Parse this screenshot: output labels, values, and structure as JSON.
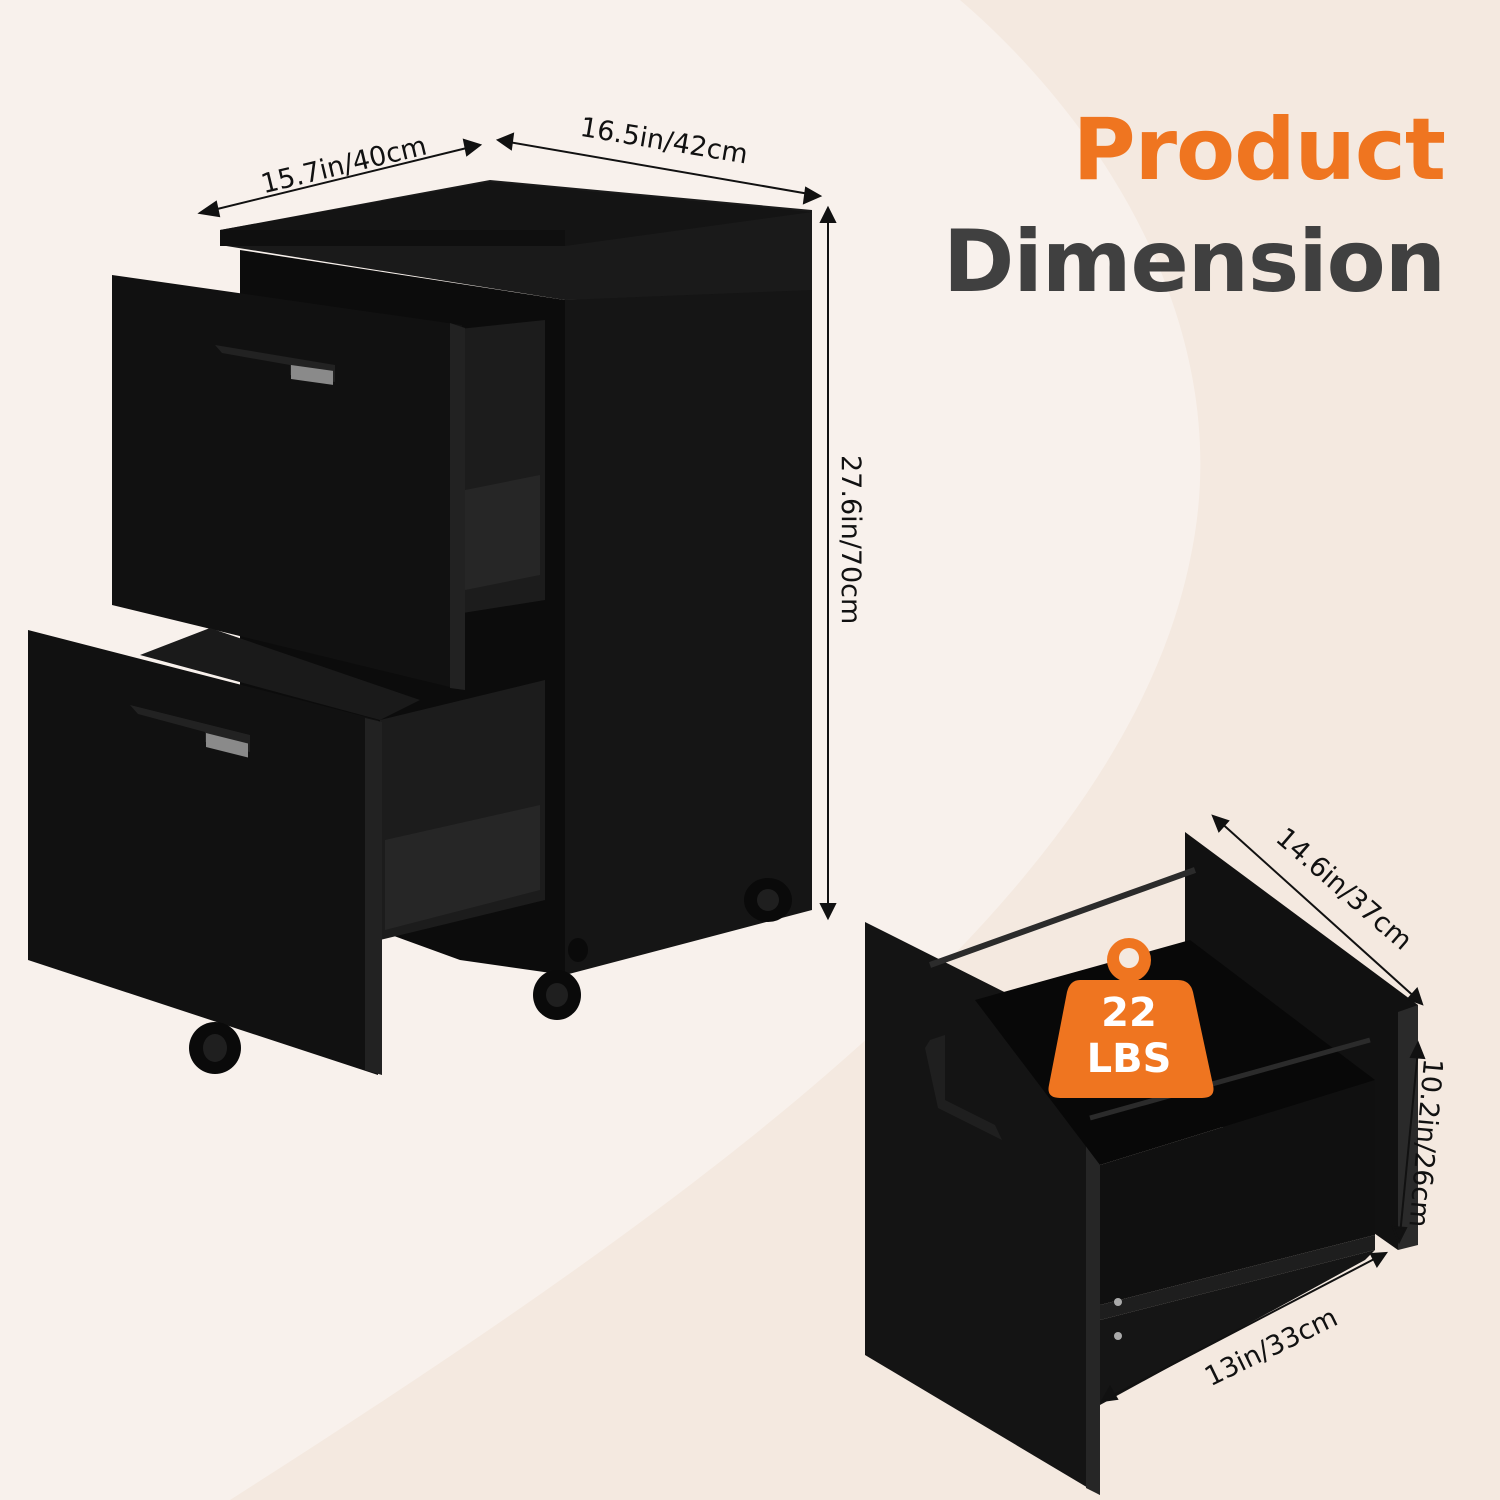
{
  "header": {
    "title_line1": "Product",
    "title_line2": "Dimension"
  },
  "colors": {
    "background": "#f8f1ec",
    "background_curve": "#f4e9e0",
    "accent_orange": "#ef7520",
    "title_dark": "#404040",
    "product_black": "#141414",
    "dimension_line": "#111111"
  },
  "cabinet": {
    "depth_label": "15.7in/40cm",
    "width_label": "16.5in/42cm",
    "height_label": "27.6in/70cm",
    "drawers": 2,
    "wheels": 4
  },
  "drawer_detail": {
    "depth_label": "14.6in/37cm",
    "height_label": "10.2in/26cm",
    "width_label": "13in/33cm",
    "load_badge": {
      "value": "22",
      "unit": "LBS"
    }
  }
}
